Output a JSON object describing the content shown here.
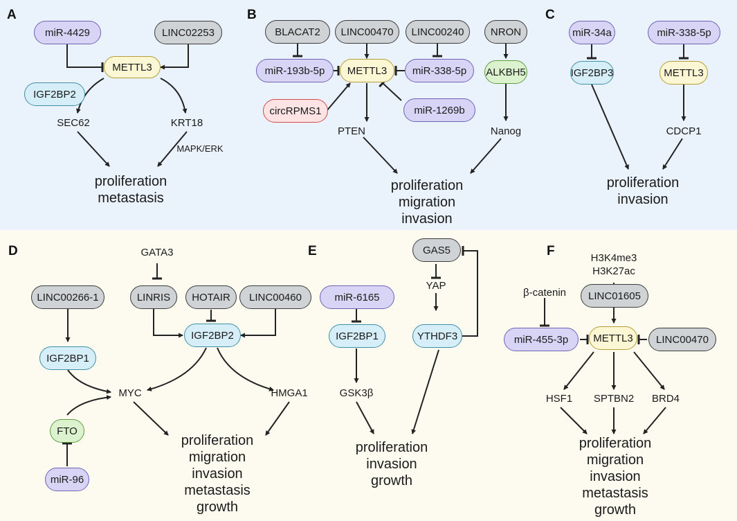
{
  "panels": {
    "a": {
      "label": "A",
      "nodes": {
        "mir4429": "miR-4429",
        "linc02253": "LINC02253",
        "mettl3": "METTL3",
        "igf2bp2": "IGF2BP2"
      },
      "texts": {
        "sec62": "SEC62",
        "krt18": "KRT18",
        "mapk": "MAPK/ERK"
      },
      "outcome": [
        "proliferation",
        "metastasis"
      ]
    },
    "b": {
      "label": "B",
      "nodes": {
        "blacat2": "BLACAT2",
        "linc00470": "LINC00470",
        "linc00240": "LINC00240",
        "nron": "NRON",
        "mir193b": "miR-193b-5p",
        "mettl3": "METTL3",
        "mir338": "miR-338-5p",
        "alkbh5": "ALKBH5",
        "circrpms1": "circRPMS1",
        "mir1269b": "miR-1269b"
      },
      "texts": {
        "pten": "PTEN",
        "nanog": "Nanog"
      },
      "outcome": [
        "proliferation",
        "migration",
        "invasion"
      ]
    },
    "c": {
      "label": "C",
      "nodes": {
        "mir34a": "miR-34a",
        "mir338": "miR-338-5p",
        "igf2bp3": "IGF2BP3",
        "mettl3": "METTL3"
      },
      "texts": {
        "cdcp1": "CDCP1"
      },
      "outcome": [
        "proliferation",
        "invasion"
      ]
    },
    "d": {
      "label": "D",
      "nodes": {
        "linc002661": "LINC00266-1",
        "linris": "LINRIS",
        "hotair": "HOTAIR",
        "linc00460": "LINC00460",
        "igf2bp2": "IGF2BP2",
        "igf2bp1": "IGF2BP1",
        "fto": "FTO",
        "mir96": "miR-96"
      },
      "texts": {
        "gata3": "GATA3",
        "myc": "MYC",
        "hmga1": "HMGA1"
      },
      "outcome": [
        "proliferation",
        "migration",
        "invasion",
        "metastasis",
        "growth"
      ]
    },
    "e": {
      "label": "E",
      "nodes": {
        "gas5": "GAS5",
        "mir6165": "miR-6165",
        "igf2bp1": "IGF2BP1",
        "ythdf3": "YTHDF3"
      },
      "texts": {
        "yap": "YAP",
        "gsk3b": "GSK3β"
      },
      "outcome": [
        "proliferation",
        "invasion",
        "growth"
      ]
    },
    "f": {
      "label": "F",
      "nodes": {
        "linc01605": "LINC01605",
        "mir455": "miR-455-3p",
        "mettl3": "METTL3",
        "linc00470": "LINC00470"
      },
      "texts": {
        "h3k4": "H3K4me3",
        "h3k27": "H3K27ac",
        "bcat": "β-catenin",
        "hsf1": "HSF1",
        "sptbn2": "SPTBN2",
        "brd4": "BRD4"
      },
      "outcome": [
        "proliferation",
        "migration",
        "invasion",
        "metastasis",
        "growth"
      ]
    }
  },
  "colors": {
    "top_background": "#eaf2fb",
    "bottom_background": "#fdfbf0",
    "lncrna": "#d0d3d6",
    "mirna": "#d8d4f5",
    "writer": "#fbf6d3",
    "reader": "#d6eef7",
    "eraser": "#dcf2cf",
    "circrna": "#fde3e3"
  }
}
